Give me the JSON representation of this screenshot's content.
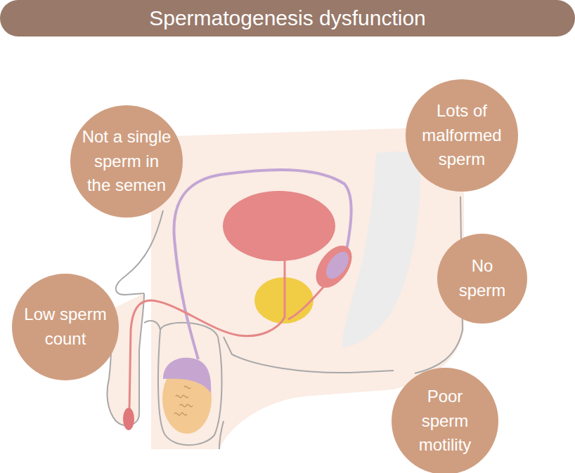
{
  "diagram": {
    "title": "Spermatogenesis dysfunction",
    "nodes": [
      {
        "text": [
          "Not a single sperm in the semen"
        ]
      },
      {
        "text": [
          "Lots of malformed sperm"
        ]
      },
      {
        "text": [
          "No sperm"
        ]
      },
      {
        "text": [
          "Low sperm count"
        ]
      },
      {
        "text": [
          "Poor sperm motility"
        ]
      }
    ]
  }
}
